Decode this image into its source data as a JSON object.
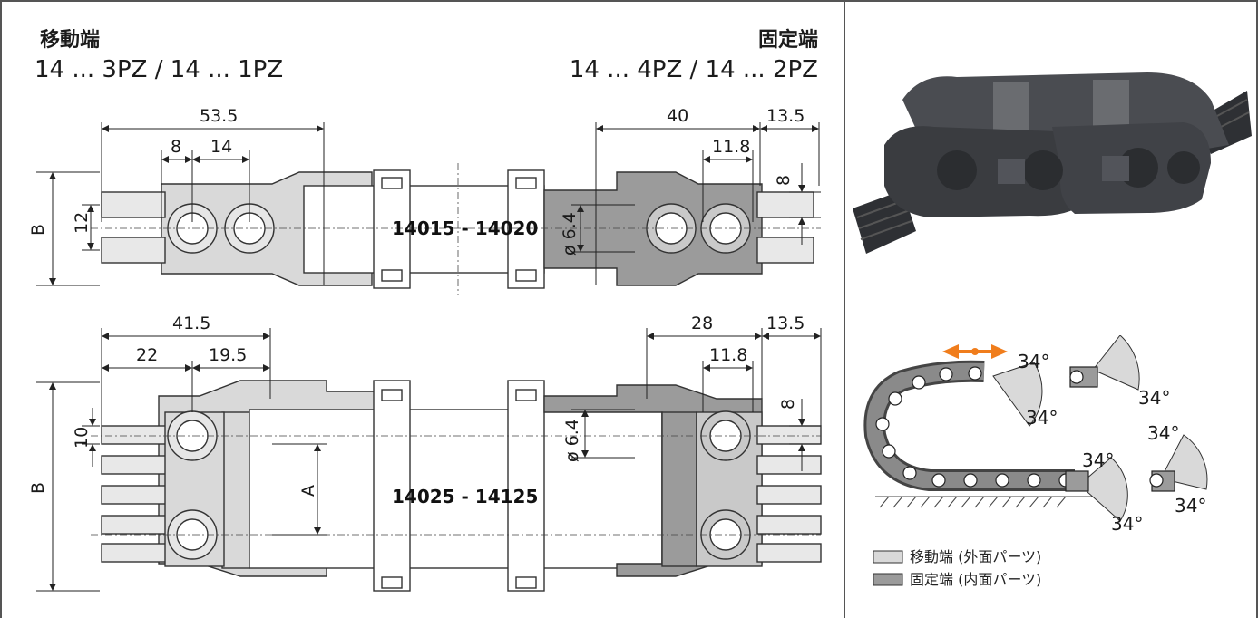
{
  "header": {
    "moving_end_title": "移動端",
    "moving_end_models": "14 ... 3PZ / 14 ... 1PZ",
    "fixed_end_title": "固定端",
    "fixed_end_models": "14 ... 4PZ / 14 ... 2PZ"
  },
  "top_drawing": {
    "model_range": "14015 - 14020",
    "dim_53_5": "53.5",
    "dim_8": "8",
    "dim_14": "14",
    "dim_40": "40",
    "dim_13_5": "13.5",
    "dim_11_8": "11.8",
    "dim_8_vert": "8",
    "dim_12": "12",
    "dim_B": "B",
    "dim_dia": "ø 6.4"
  },
  "bottom_drawing": {
    "model_range": "14025 - 14125",
    "dim_41_5": "41.5",
    "dim_22": "22",
    "dim_19_5": "19.5",
    "dim_28": "28",
    "dim_13_5": "13.5",
    "dim_11_8": "11.8",
    "dim_8_vert": "8",
    "dim_10": "10",
    "dim_B": "B",
    "dim_A": "A",
    "dim_dia": "ø 6.4"
  },
  "angle_diagram": {
    "angles": [
      "34°",
      "34°",
      "34°",
      "34°",
      "34°",
      "34°",
      "34°"
    ]
  },
  "legend": {
    "moving": "移動端 (外面パーツ)",
    "fixed": "固定端 (内面パーツ)"
  },
  "colors": {
    "light_gray": "#d9d9d9",
    "dark_gray": "#9b9b9b",
    "arrow_orange": "#f07d1c",
    "chain_dark": "#3a3c40"
  }
}
